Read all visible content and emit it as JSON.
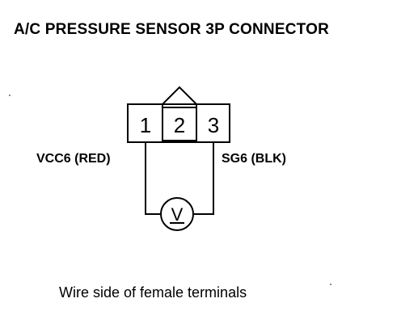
{
  "title": "A/C PRESSURE SENSOR 3P CONNECTOR",
  "connector": {
    "pins": [
      "1",
      "2",
      "3"
    ]
  },
  "wires": {
    "left_label": "VCC6 (RED)",
    "right_label": "SG6 (BLK)"
  },
  "meter": {
    "symbol": "V",
    "icon": "voltmeter-icon"
  },
  "caption": "Wire side of female terminals"
}
